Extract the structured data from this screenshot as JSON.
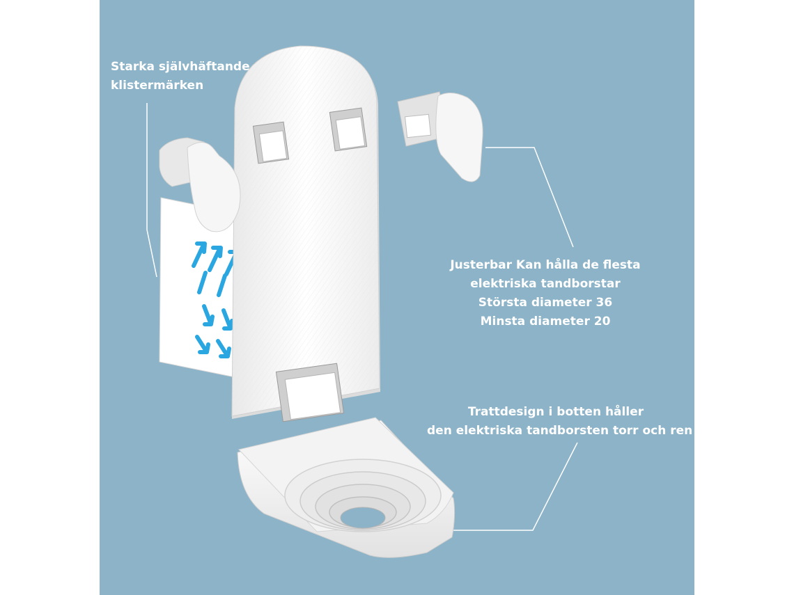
{
  "labels": {
    "adhesive": [
      "Starka självhäftande",
      "klistermärken"
    ],
    "adjustable": [
      "Justerbar Kan hålla de flesta",
      "elektriska tandborstar",
      "Största diameter 36",
      "Minsta diameter 20"
    ],
    "funnel": [
      "Trattdesign i botten håller",
      "den elektriska tandborsten torr och ren"
    ]
  },
  "colors": {
    "background": "#8cb3c7",
    "part": "#f4f4f4",
    "arrow": "#2aa6e0",
    "text": "#ffffff"
  }
}
